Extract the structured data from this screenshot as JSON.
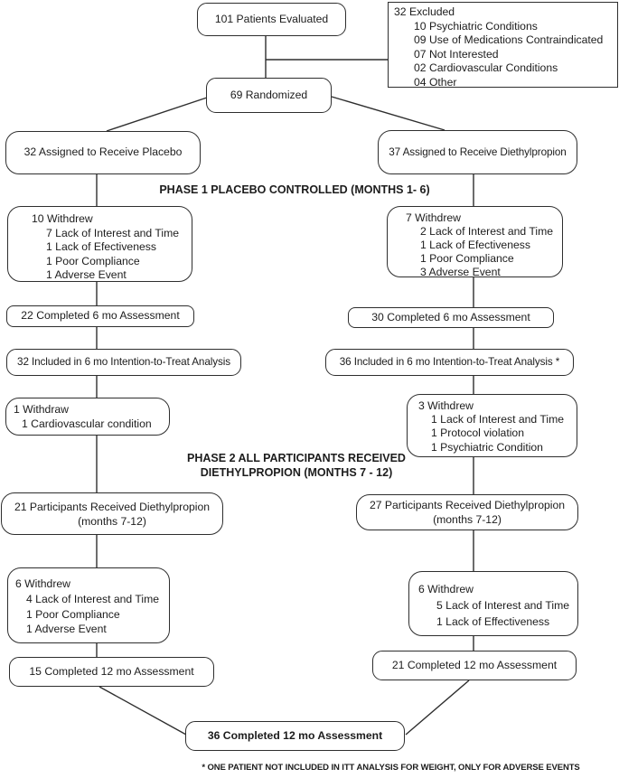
{
  "boxes": {
    "patients_evaluated": {
      "text": "101 Patients Evaluated"
    },
    "excluded": {
      "title": "32 Excluded",
      "items": [
        "10 Psychiatric Conditions",
        "09 Use of Medications Contraindicated",
        "07 Not Interested",
        "02 Cardiovascular Conditions",
        "04 Other"
      ]
    },
    "randomized": {
      "text": "69 Randomized"
    },
    "placebo_assigned": {
      "text": "32 Assigned to Receive Placebo"
    },
    "dp_assigned": {
      "text": "37 Assigned to Receive Diethylpropion"
    },
    "placebo_withdrew_p1": {
      "title": "10 Withdrew",
      "items": [
        "7 Lack of Interest and Time",
        "1 Lack of Efectiveness",
        "1 Poor Compliance",
        "1 Adverse Event"
      ]
    },
    "dp_withdrew_p1": {
      "title": "7 Withdrew",
      "items": [
        "2 Lack of Interest and Time",
        "1 Lack of Efectiveness",
        "1 Poor Compliance",
        "3 Adverse Event"
      ]
    },
    "placebo_completed_6mo": {
      "text": "22 Completed 6 mo Assessment"
    },
    "dp_completed_6mo": {
      "text": "30 Completed 6 mo Assessment"
    },
    "placebo_itt": {
      "text": "32 Included in 6 mo Intention-to-Treat Analysis"
    },
    "dp_itt": {
      "text": "36 Included in 6 mo Intention-to-Treat Analysis *"
    },
    "placebo_withdraw_p2a": {
      "title": "1 Withdraw",
      "items": [
        "1 Cardiovascular condition"
      ]
    },
    "dp_withdrew_p2a": {
      "title": "3 Withdrew",
      "items": [
        "1 Lack of Interest and Time",
        "1 Protocol violation",
        "1 Psychiatric Condition"
      ]
    },
    "placebo_received_dp": {
      "line1": "21 Participants  Received Diethylpropion",
      "line2": "(months 7-12)"
    },
    "dp_received_dp": {
      "line1": "27 Participants Received Diethylpropion",
      "line2": "(months 7-12)"
    },
    "placebo_withdrew_p2": {
      "title": "6 Withdrew",
      "items": [
        "4 Lack of Interest and Time",
        "1 Poor Compliance",
        "1 Adverse Event"
      ]
    },
    "dp_withdrew_p2": {
      "title": "6 Withdrew",
      "items": [
        "5 Lack of Interest and Time",
        "1 Lack of Effectiveness"
      ]
    },
    "placebo_completed_12mo": {
      "text": "15 Completed 12 mo Assessment"
    },
    "dp_completed_12mo": {
      "text": "21 Completed 12 mo Assessment"
    },
    "final_completed_12mo": {
      "text": "36 Completed 12 mo Assessment"
    }
  },
  "labels": {
    "phase1": "PHASE 1 PLACEBO CONTROLLED (MONTHS 1- 6)",
    "phase2_line1": "PHASE 2 ALL PARTICIPANTS RECEIVED",
    "phase2_line2": "DIETHYLPROPION (MONTHS 7 - 12)",
    "footnote": "* ONE PATIENT NOT INCLUDED IN ITT ANALYSIS FOR WEIGHT, ONLY FOR ADVERSE EVENTS"
  },
  "colors": {
    "line": "#2e2e2e",
    "text": "#1c1c1c",
    "background": "#ffffff"
  }
}
